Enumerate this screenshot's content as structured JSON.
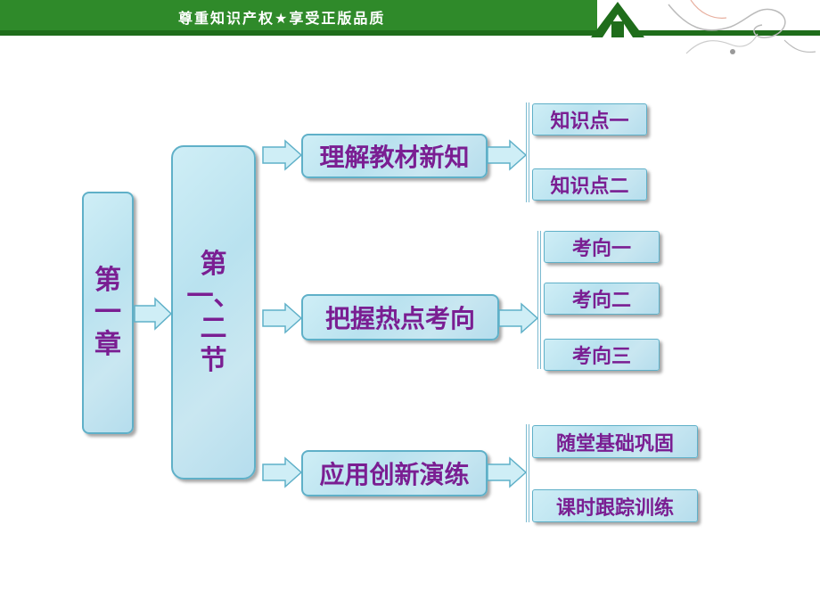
{
  "header": {
    "slogan": "尊重知识产权★享受正版品质"
  },
  "chapter": {
    "chars": [
      "第",
      "一",
      "章"
    ]
  },
  "section": {
    "chars": [
      "第",
      "一、",
      "二",
      "节"
    ]
  },
  "branches": [
    {
      "label": "理解教材新知",
      "items": [
        "知识点一",
        "知识点二"
      ]
    },
    {
      "label": "把握热点考向",
      "items": [
        "考向一",
        "考向二",
        "考向三"
      ]
    },
    {
      "label": "应用创新演练",
      "items": [
        "随堂基础巩固",
        "课时跟踪训练"
      ]
    }
  ],
  "colors": {
    "text": "#7a1e92",
    "box_border": "#5fb0c8",
    "header_green": "#2f8a2a"
  }
}
